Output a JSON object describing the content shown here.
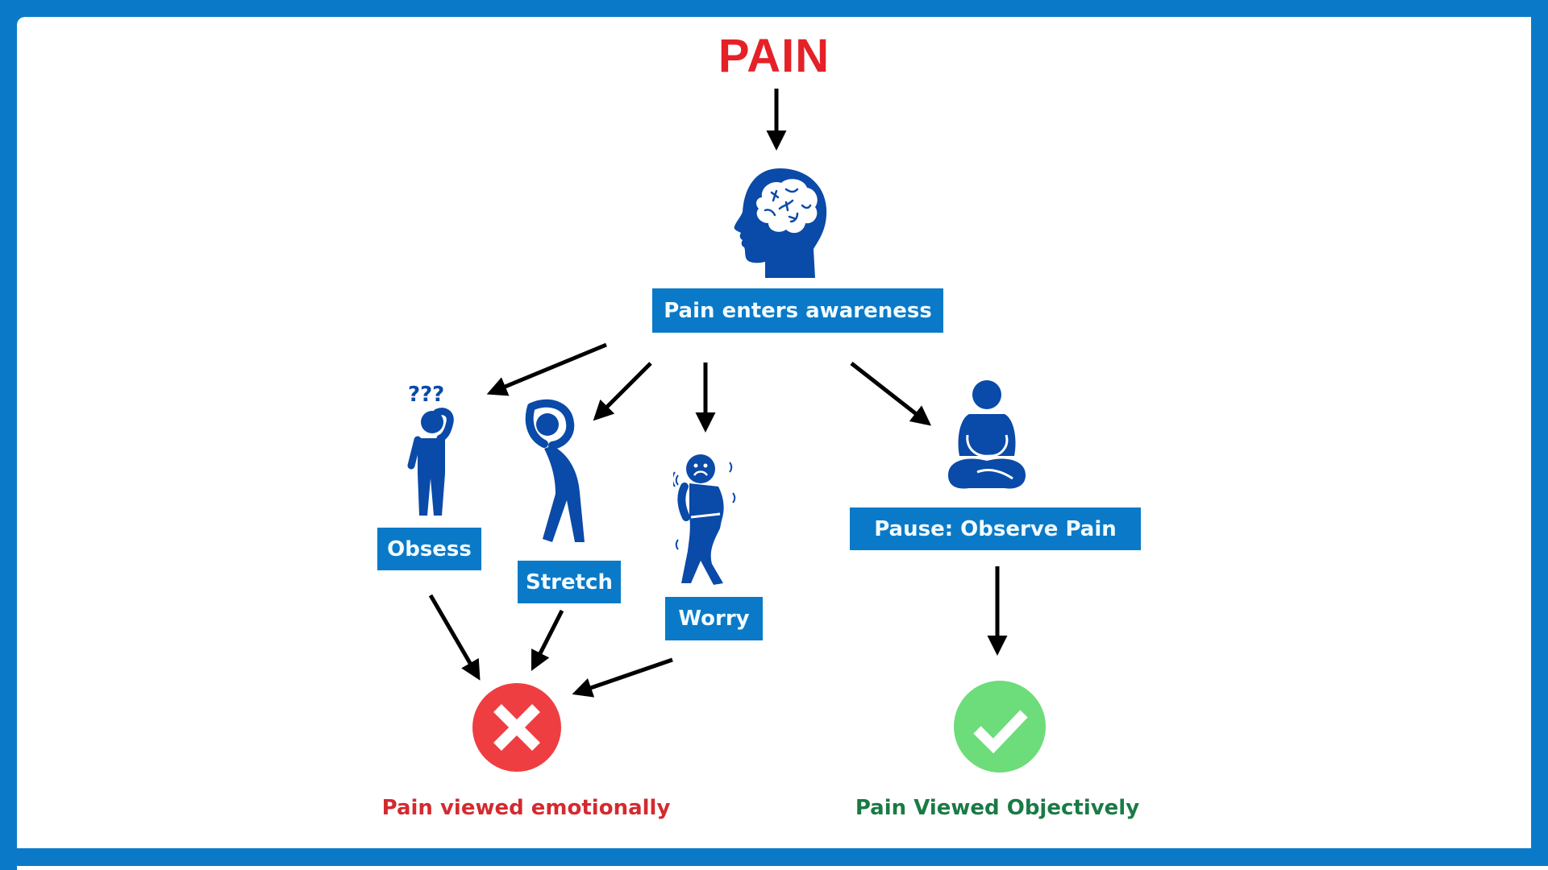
{
  "title": {
    "text": "PAIN",
    "color": "#e52128"
  },
  "center_node": {
    "label": "Pain enters awareness",
    "icon": "brain-head-icon"
  },
  "reactions": [
    {
      "label": "Obsess",
      "icon": "confused-person-icon"
    },
    {
      "label": "Stretch",
      "icon": "stretching-person-icon"
    },
    {
      "label": "Worry",
      "icon": "scared-person-icon"
    }
  ],
  "mindful_node": {
    "label": "Pause: Observe Pain",
    "icon": "meditating-person-icon"
  },
  "outcomes": {
    "negative": {
      "label": "Pain viewed emotionally",
      "icon": "x-circle-icon",
      "color": "#d42a2f",
      "badge_color": "#ef3e42"
    },
    "positive": {
      "label": "Pain Viewed Objectively",
      "icon": "check-circle-icon",
      "color": "#1a7a45",
      "badge_color": "#6ddc7a"
    }
  },
  "colors": {
    "frame": "#0a7ac8",
    "box": "#0a7ac8",
    "icon": "#0a4aa8",
    "arrow": "#000000"
  }
}
